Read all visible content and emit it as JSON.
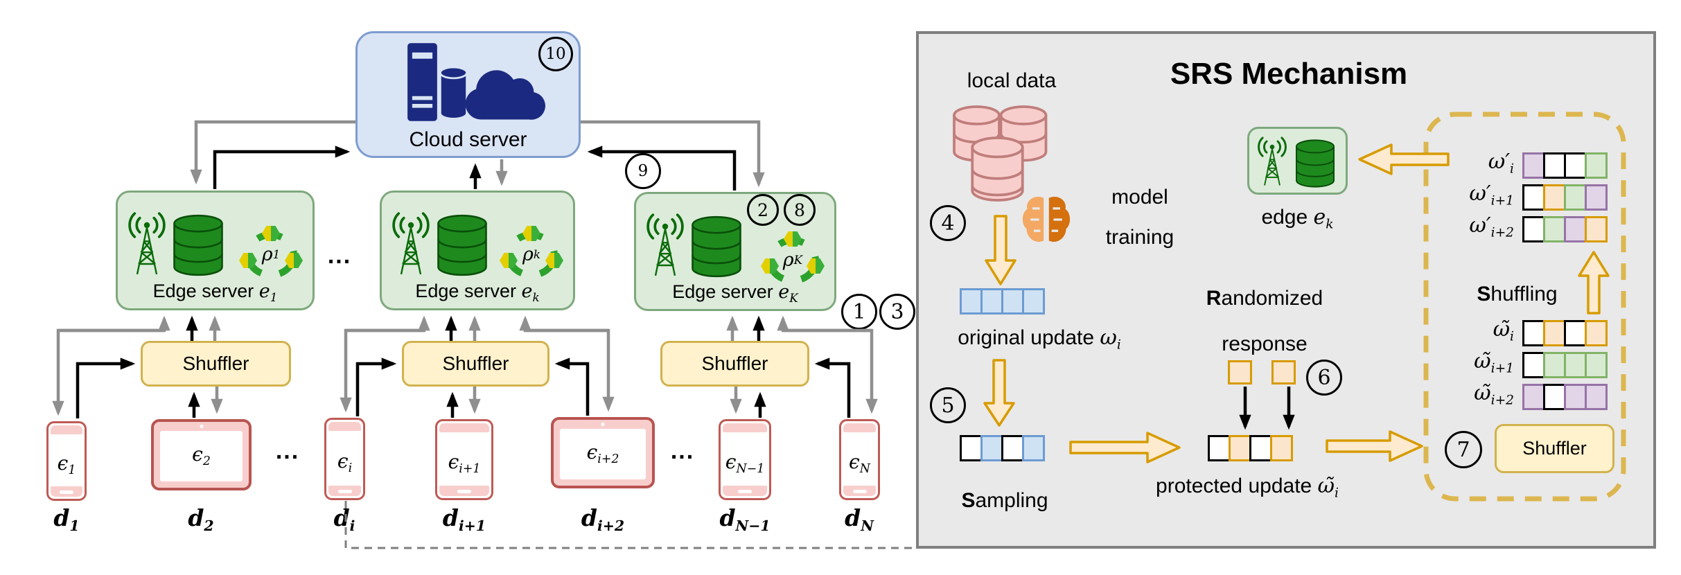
{
  "colors": {
    "cloud_fill": "#d9e4f5",
    "cloud_border": "#7e9ccf",
    "cloud_icon": "#1b2a80",
    "edge_fill": "#ddecda",
    "edge_border": "#7ea87e",
    "edge_icon_green": "#1e8a1e",
    "shuffler_fill": "#fff2cc",
    "shuffler_border": "#d1b24e",
    "device_border": "#b85450",
    "device_strip": "#f8cecc",
    "panel_fill": "#e9e9e9",
    "panel_border": "#7f7f7f",
    "orange_arrow": "#d79b00",
    "dashed_box": "#dcb64f",
    "cell_blue": "#cfe2f3",
    "cell_orange": "#fce5cd",
    "cell_green": "#d9ead3",
    "cell_purple": "#e1d5e7",
    "gray_arrow": "#8f8f8f",
    "black_arrow": "#000000"
  },
  "left": {
    "cloud_label": "Cloud server",
    "dots": "...",
    "edges": [
      {
        "label": "Edge server ",
        "e": "e",
        "sub": "1",
        "rho": "ρ",
        "rho_sub": "1"
      },
      {
        "label": "Edge server ",
        "e": "e",
        "sub": "k",
        "rho": "ρ",
        "rho_sub": "k"
      },
      {
        "label": "Edge server ",
        "e": "e",
        "sub": "K",
        "rho": "ρ",
        "rho_sub": "K"
      }
    ],
    "shuffler_labels": [
      "Shuffler",
      "Shuffler",
      "Shuffler"
    ],
    "devices": [
      {
        "eps": "ϵ",
        "sub": "1",
        "d": "d",
        "d_sub": "1"
      },
      {
        "eps": "ϵ",
        "sub": "2",
        "d": "d",
        "d_sub": "2"
      },
      {
        "eps": "ϵ",
        "sub": "i",
        "d": "d",
        "d_sub": "i"
      },
      {
        "eps": "ϵ",
        "sub": "i+1",
        "d": "d",
        "d_sub": "i+1"
      },
      {
        "eps": "ϵ",
        "sub": "i+2",
        "d": "d",
        "d_sub": "i+2"
      },
      {
        "eps": "ϵ",
        "sub": "N−1",
        "d": "d",
        "d_sub": "N−1"
      },
      {
        "eps": "ϵ",
        "sub": "N",
        "d": "d",
        "d_sub": "N"
      }
    ],
    "badges": {
      "n1": "1",
      "n2": "2",
      "n3": "3",
      "n8": "8",
      "n9": "9",
      "n10": "10"
    }
  },
  "srs": {
    "title": "SRS Mechanism",
    "local_data": "local data",
    "model_line1": "model",
    "model_line2": "training",
    "badges": {
      "n4": "4",
      "n5": "5",
      "n6": "6",
      "n7": "7"
    },
    "original_update": {
      "text": "original update ",
      "base": "ω",
      "sub": "i"
    },
    "sampling": {
      "first": "S",
      "rest": "ampling"
    },
    "randomized": {
      "first": "R",
      "rest": "andomized",
      "line2": "response"
    },
    "protected_update": {
      "text": "protected update ",
      "base": "ω̃",
      "sub": "i"
    },
    "edge": {
      "text": "edge ",
      "base": "e",
      "sub": "k"
    },
    "shuffling": {
      "first": "S",
      "rest": "huffling"
    },
    "shuffler_label": "Shuffler",
    "vectors": {
      "original": [
        "blue",
        "blue",
        "blue",
        "blue"
      ],
      "sampled": [
        "white",
        "blue",
        "white",
        "blue"
      ],
      "response": [
        "orange",
        "orange"
      ],
      "protected": [
        "white",
        "orange",
        "white",
        "orange"
      ],
      "out": [
        {
          "base": "ω′",
          "sub": "i",
          "cells": [
            "purple",
            "white",
            "white",
            "green"
          ]
        },
        {
          "base": "ω′",
          "sub": "i+1",
          "cells": [
            "white",
            "orange",
            "green",
            "purple"
          ]
        },
        {
          "base": "ω′",
          "sub": "i+2",
          "cells": [
            "white",
            "green",
            "purple",
            "orange"
          ]
        }
      ],
      "in": [
        {
          "base": "ω̃",
          "sub": "i",
          "cells": [
            "white",
            "orange",
            "white",
            "orange"
          ]
        },
        {
          "base": "ω̃",
          "sub": "i+1",
          "cells": [
            "white",
            "green",
            "green",
            "green"
          ]
        },
        {
          "base": "ω̃",
          "sub": "i+2",
          "cells": [
            "purple",
            "white",
            "purple",
            "purple"
          ]
        }
      ]
    }
  }
}
